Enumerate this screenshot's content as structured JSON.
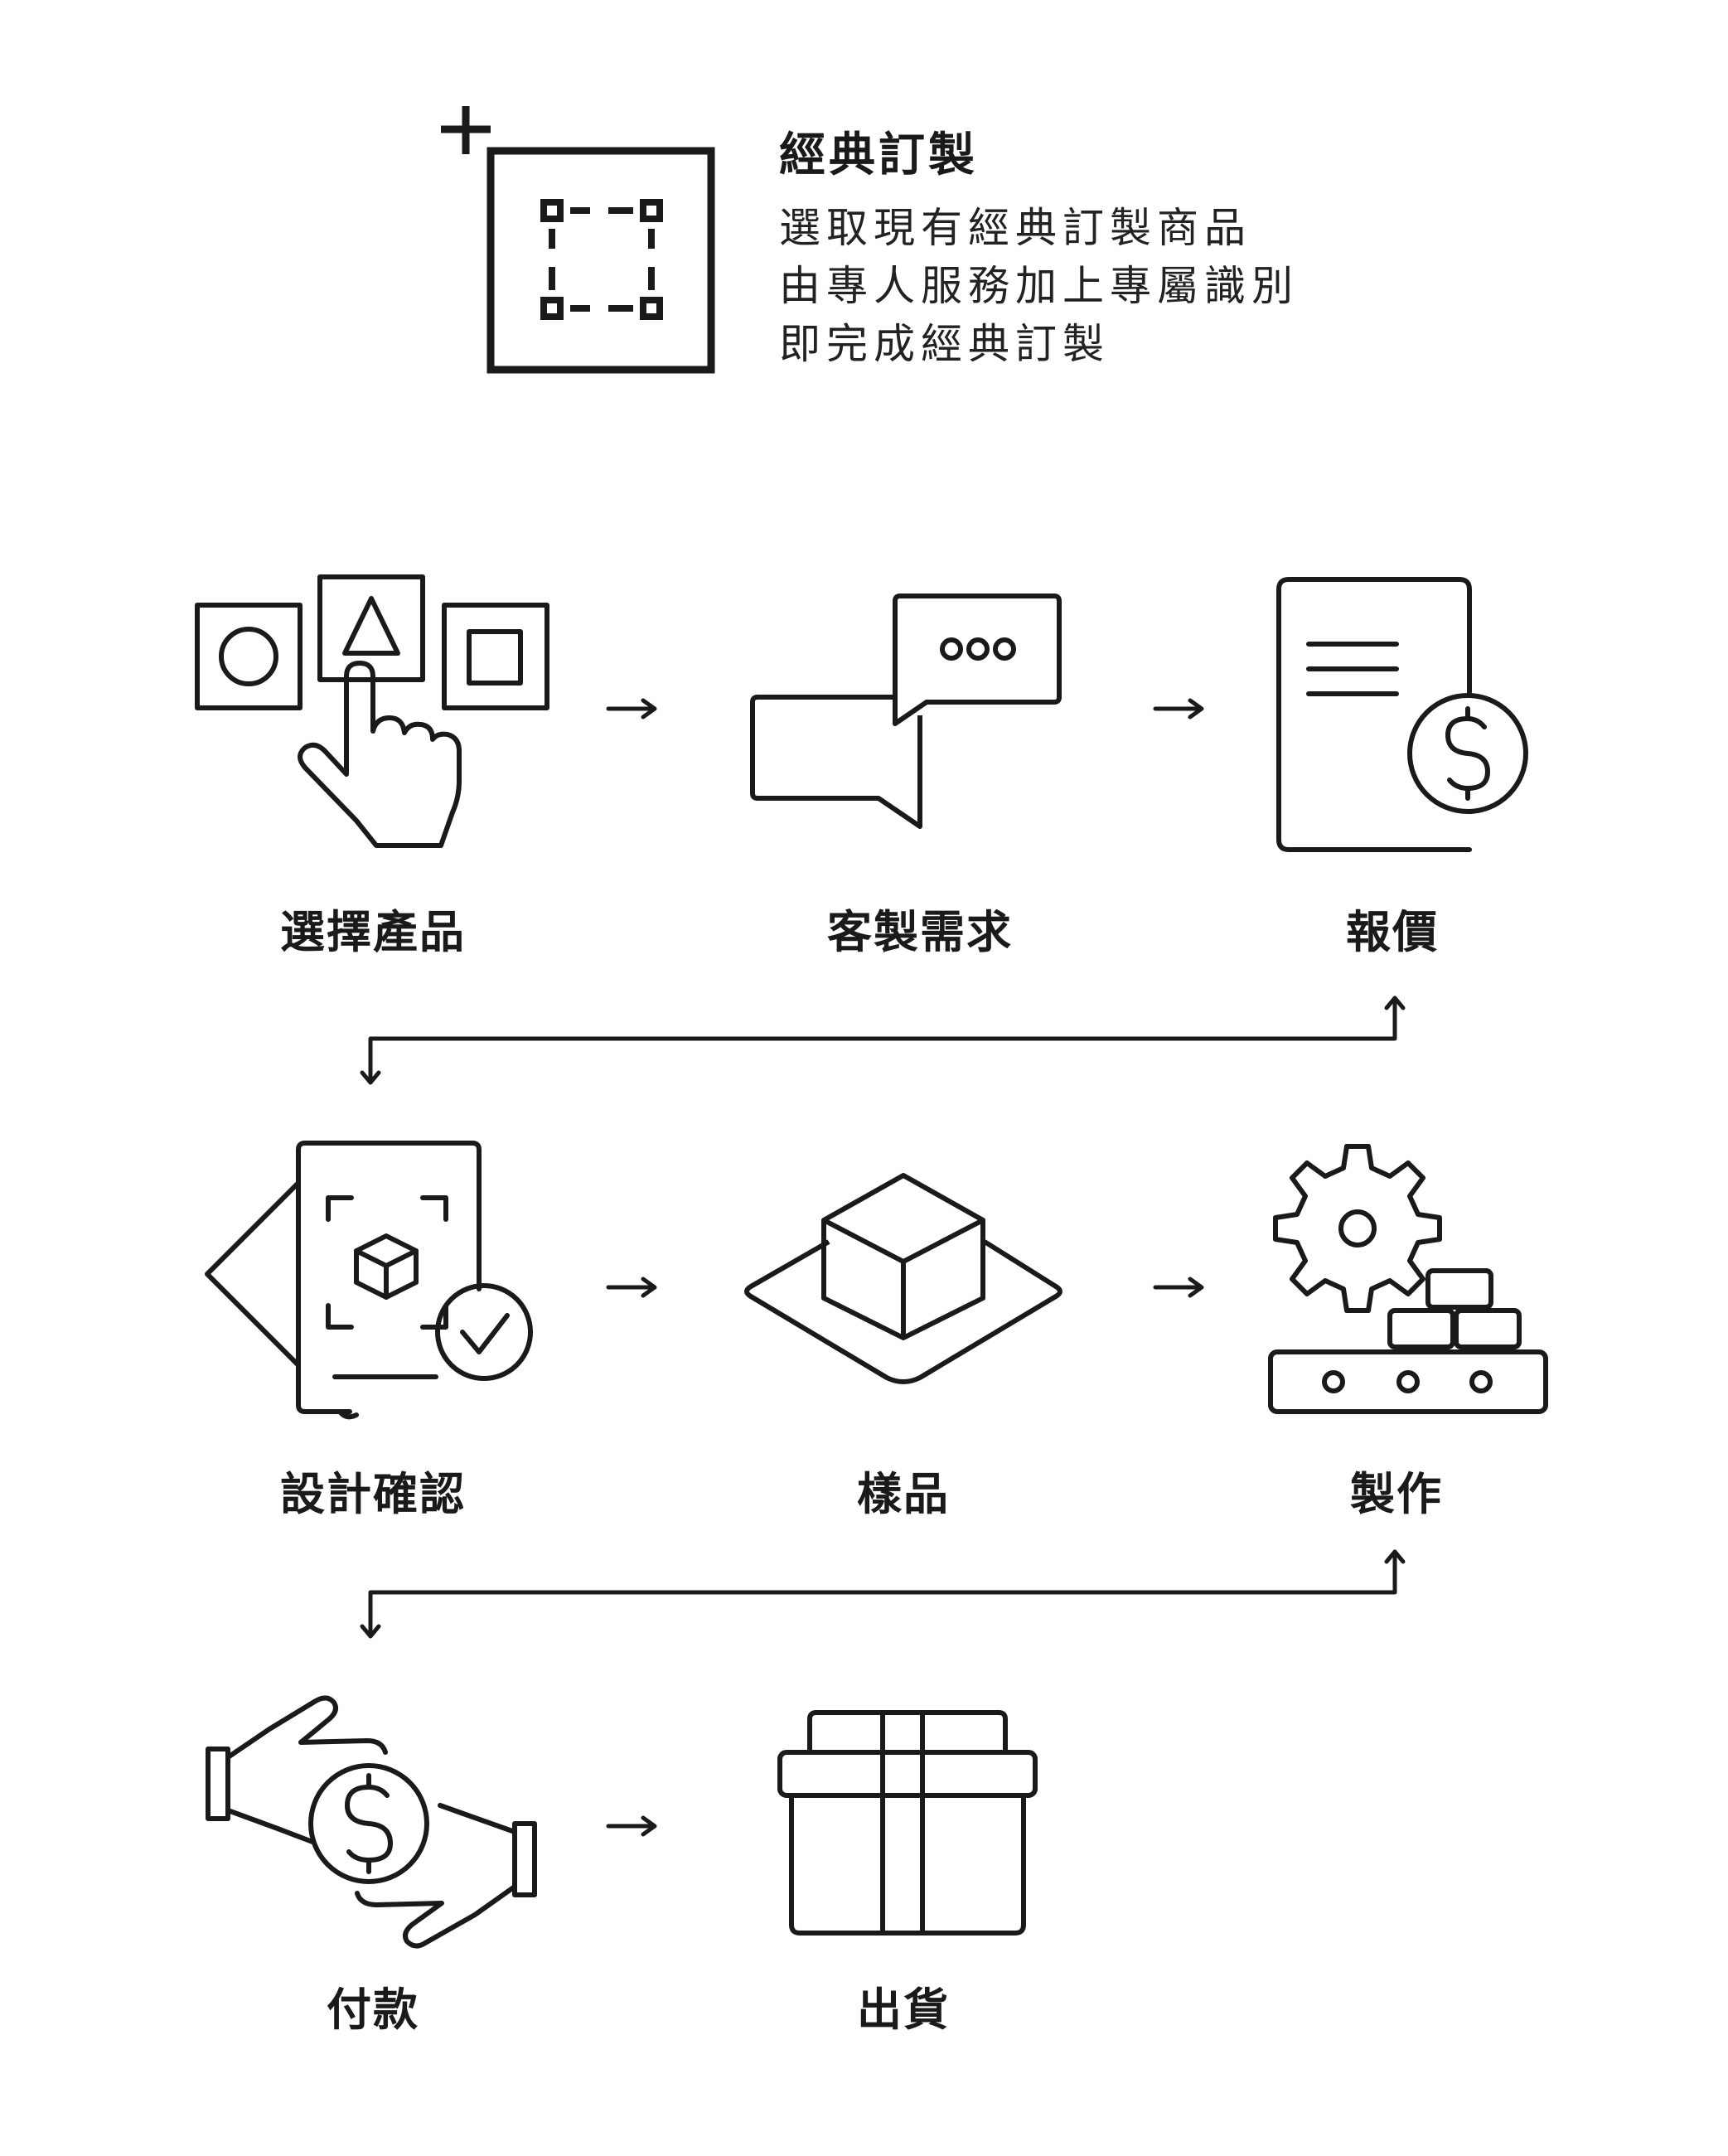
{
  "header": {
    "icon": "selection-frame-plus-icon",
    "title": "經典訂製",
    "description_lines": [
      "選取現有經典訂製商品",
      "由專人服務加上專屬識別",
      "即完成經典訂製"
    ]
  },
  "steps": [
    {
      "label": "選擇產品",
      "icon": "hand-pointer-select-icon"
    },
    {
      "label": "客製需求",
      "icon": "chat-bubbles-icon"
    },
    {
      "label": "報價",
      "icon": "quote-document-dollar-icon"
    },
    {
      "label": "設計確認",
      "icon": "design-confirm-check-icon"
    },
    {
      "label": "樣品",
      "icon": "sample-cube-icon"
    },
    {
      "label": "製作",
      "icon": "gear-conveyor-icon"
    },
    {
      "label": "付款",
      "icon": "hands-dollar-icon"
    },
    {
      "label": "出貨",
      "icon": "gift-box-icon"
    }
  ],
  "connectors": [
    "arrow-right-icon",
    "return-arrow-icon"
  ]
}
